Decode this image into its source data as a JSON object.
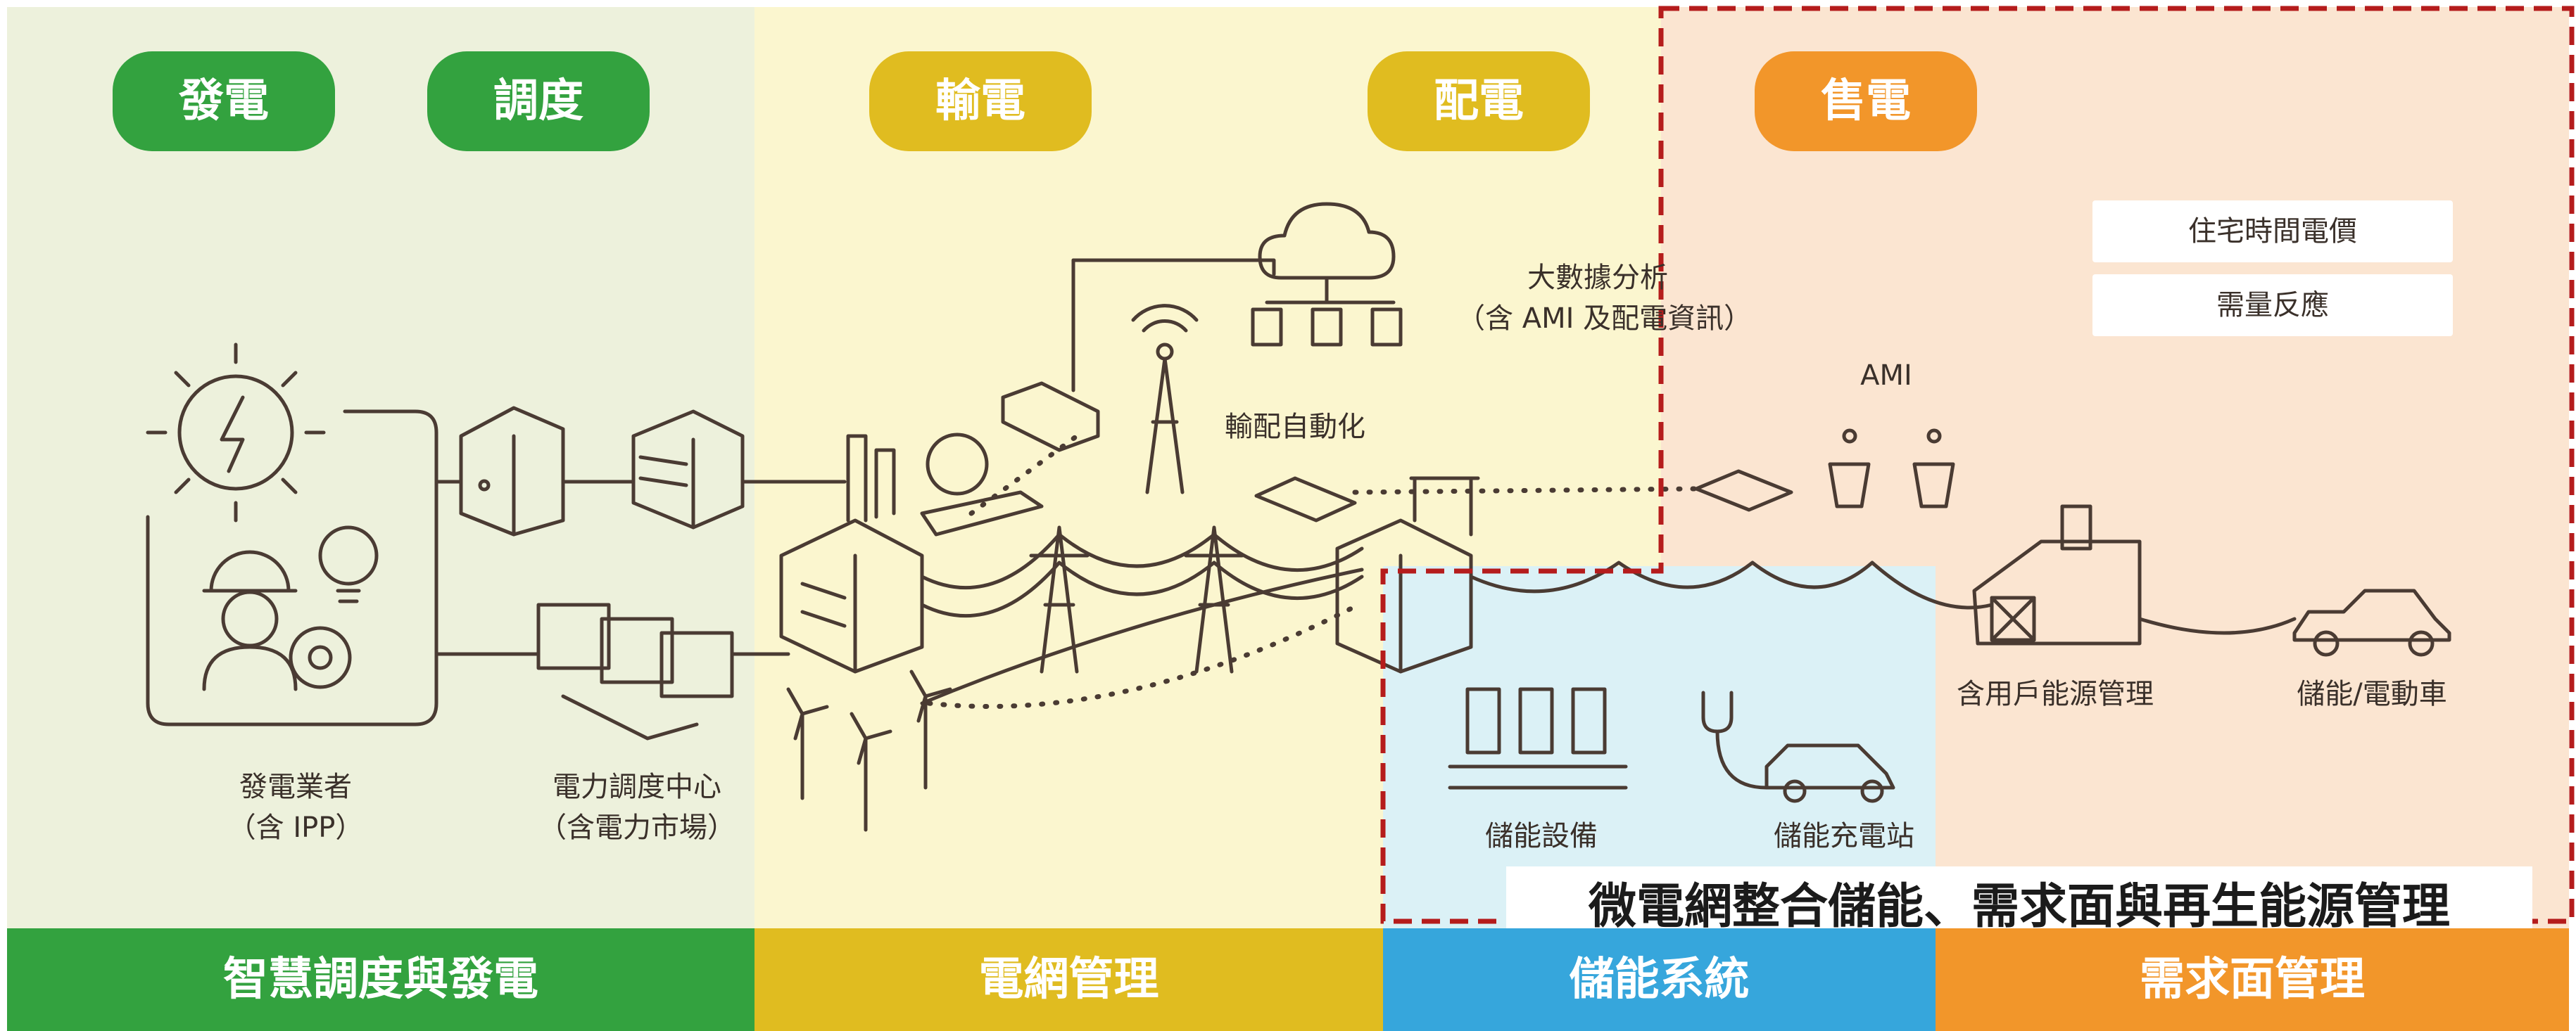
{
  "zones": {
    "generation": {
      "color": "#edf1dc"
    },
    "grid": {
      "color": "#fbf6cf"
    },
    "sales": {
      "color": "#fbe5d1"
    },
    "storage": {
      "color": "#dbf1f6"
    }
  },
  "top_pills": [
    {
      "text": "發電",
      "color": "#33a23f"
    },
    {
      "text": "調度",
      "color": "#33a23f"
    },
    {
      "text": "輸電",
      "color": "#e0bc20"
    },
    {
      "text": "配電",
      "color": "#e0bc20"
    },
    {
      "text": "售電",
      "color": "#f2962a"
    }
  ],
  "labels": {
    "big_data": [
      "大數據分析",
      "（含 AMI 及配電資訊）"
    ],
    "automation": "輸配自動化",
    "ami": "AMI",
    "generator": [
      "發電業者",
      "（含 IPP）"
    ],
    "dispatch": [
      "電力調度中心",
      "（含電力市場）"
    ],
    "home_energy": "含用戶能源管理",
    "ev": "儲能/電動車",
    "storage_equipment": "儲能設備",
    "charging_station": "儲能充電站"
  },
  "right_boxes": [
    "住宅時間電價",
    "需量反應"
  ],
  "microgrid_label": "微電網整合儲能、需求面與再生能源管理",
  "bottom_bar": [
    {
      "text": "智慧調度與發電",
      "color": "#33a23f"
    },
    {
      "text": "電網管理",
      "color": "#e0bc20"
    },
    {
      "text": "儲能系統",
      "color": "#36a6dc"
    },
    {
      "text": "需求面管理",
      "color": "#f2962a"
    }
  ],
  "line_color": "#4a3b33",
  "dashed_color": "#b51c1c"
}
